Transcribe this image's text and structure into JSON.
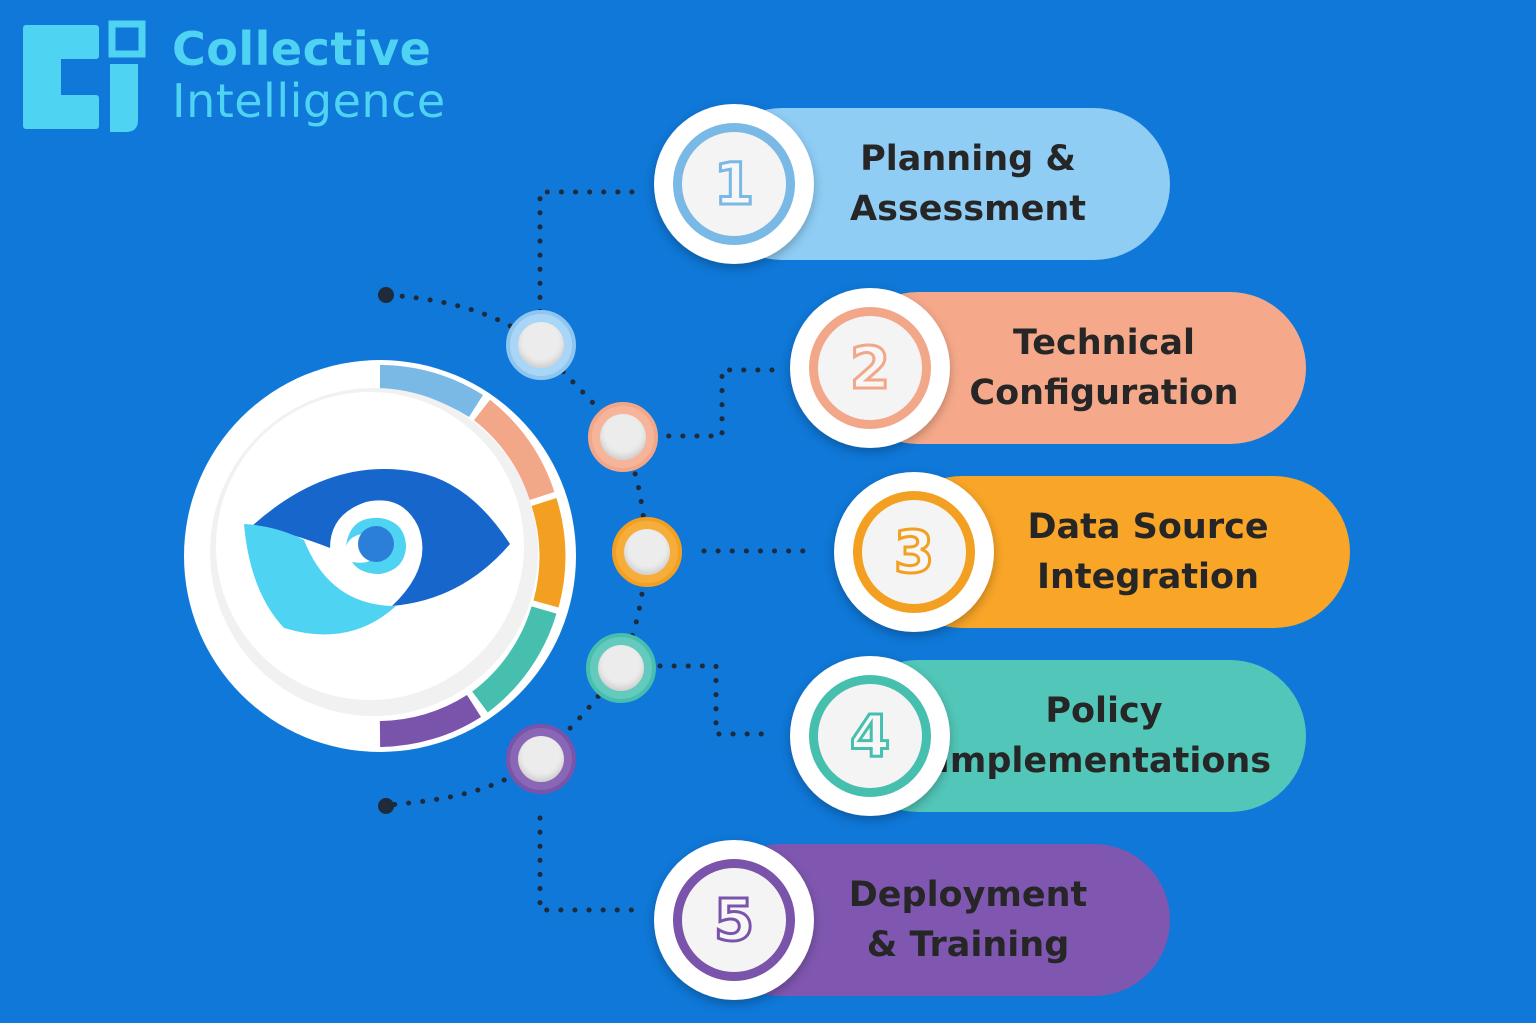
{
  "brand": {
    "line1": "Collective",
    "line2": "Intelligence"
  },
  "colors": {
    "background": "#0f78d8",
    "brand": "#4fd3f2"
  },
  "center_icon": "eye-icon",
  "steps": [
    {
      "number": "1",
      "label": "Planning &\nAssessment",
      "color": "#8fcdf5",
      "accent": "#7ab8e6"
    },
    {
      "number": "2",
      "label": "Technical\nConfiguration",
      "color": "#f6a98a",
      "accent": "#f2a789"
    },
    {
      "number": "3",
      "label": "Data Source\nIntegration",
      "color": "#f8a528",
      "accent": "#f39f22"
    },
    {
      "number": "4",
      "label": "Policy\nImplementations",
      "color": "#52c6b8",
      "accent": "#46bfae"
    },
    {
      "number": "5",
      "label": "Deployment\n& Training",
      "color": "#7f57b0",
      "accent": "#7a53ab"
    }
  ]
}
